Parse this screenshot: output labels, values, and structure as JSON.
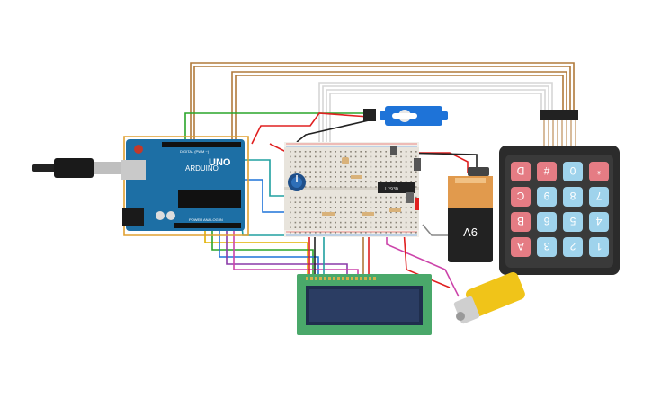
{
  "arduino": {
    "brand": "ARDUINO",
    "model": "UNO",
    "header_labels": "DIGITAL (PWM ~)",
    "power_labels": "POWER  ANALOG IN"
  },
  "battery": {
    "label": "9V"
  },
  "keypad": {
    "keys": [
      [
        "D",
        "#",
        "0",
        "*"
      ],
      [
        "C",
        "9",
        "8",
        "7"
      ],
      [
        "B",
        "6",
        "5",
        "4"
      ],
      [
        "A",
        "3",
        "2",
        "1"
      ]
    ],
    "colors": {
      "letter": "#e57c84",
      "digit": "#9fd3ec",
      "body": "#2b2b2b"
    }
  },
  "ic": {
    "label": "L293D"
  },
  "lcd": {
    "pin_count": 16
  },
  "wires": {
    "colors": [
      "#b07a3a",
      "#2aa52a",
      "#e02020",
      "#1e73d8",
      "#8a3aa8",
      "#e0b000",
      "#20a0a0",
      "#cc44aa",
      "#333333",
      "#d0d0d0"
    ]
  }
}
